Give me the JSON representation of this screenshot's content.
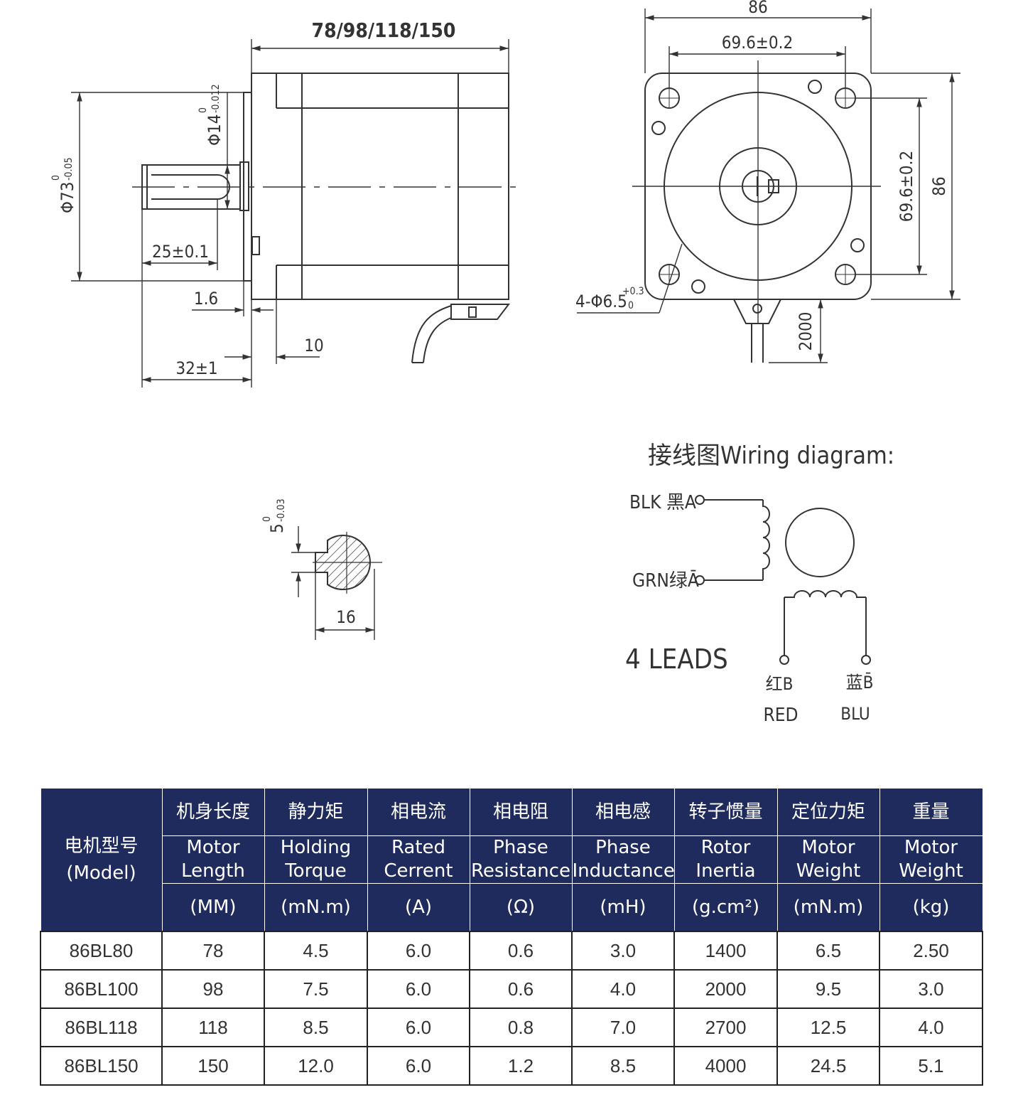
{
  "drawing": {
    "side_view": {
      "length_dim": "78/98/118/150",
      "flange_dia": "Φ73",
      "flange_dia_tol_upper": "0",
      "flange_dia_tol_lower": "-0.05",
      "shaft_dia": "Φ14",
      "shaft_dia_tol_upper": "0",
      "shaft_dia_tol_lower": "-0.012",
      "key_length": "25±0.1",
      "flange_thickness": "1.6",
      "boss_height": "10",
      "shaft_length": "32±1"
    },
    "front_view": {
      "width": "86",
      "hole_spacing_h": "69.6±0.2",
      "hole_spacing_v": "69.6±0.2",
      "height": "86",
      "hole_callout": "4-Φ6.5",
      "hole_tol_upper": "+0.3",
      "hole_tol_lower": "0",
      "lead_length": "2000"
    },
    "key_section": {
      "key_height": "5",
      "key_tol_upper": "0",
      "key_tol_lower": "-0.03",
      "shaft_flat": "16"
    },
    "wiring": {
      "title": "接线图Wiring diagram:",
      "lead_a": "BLK 黑A",
      "lead_a_bar": "GRN绿Ā",
      "leads_count": "4 LEADS",
      "lead_b_cn": "红B",
      "lead_b_en": "RED",
      "lead_b_bar_cn": "蓝B̄",
      "lead_b_bar_en": "BLU"
    }
  },
  "table": {
    "model_header_cn": "电机型号",
    "model_header_en": "(Model)",
    "headers": [
      {
        "cn": "机身长度",
        "en1": "Motor",
        "en2": "Length",
        "unit": "(MM)"
      },
      {
        "cn": "静力矩",
        "en1": "Holding",
        "en2": "Torque",
        "unit": "(mN.m)"
      },
      {
        "cn": "相电流",
        "en1": "Rated",
        "en2": "Cerrent",
        "unit": "(A)"
      },
      {
        "cn": "相电阻",
        "en1": "Phase",
        "en2": "Resistance",
        "unit": "(Ω)"
      },
      {
        "cn": "相电感",
        "en1": "Phase",
        "en2": "Inductance",
        "unit": "(mH)"
      },
      {
        "cn": "转子惯量",
        "en1": "Rotor",
        "en2": "Inertia",
        "unit": "(g.cm²)"
      },
      {
        "cn": "定位力矩",
        "en1": "Motor",
        "en2": "Weight",
        "unit": "(mN.m)"
      },
      {
        "cn": "重量",
        "en1": "Motor",
        "en2": "Weight",
        "unit": "(kg)"
      }
    ],
    "rows": [
      [
        "86BL80",
        "78",
        "4.5",
        "6.0",
        "0.6",
        "3.0",
        "1400",
        "6.5",
        "2.50"
      ],
      [
        "86BL100",
        "98",
        "7.5",
        "6.0",
        "0.6",
        "4.0",
        "2000",
        "9.5",
        "3.0"
      ],
      [
        "86BL118",
        "118",
        "8.5",
        "6.0",
        "0.8",
        "7.0",
        "2700",
        "12.5",
        "4.0"
      ],
      [
        "86BL150",
        "150",
        "12.0",
        "6.0",
        "1.2",
        "8.5",
        "4000",
        "24.5",
        "5.1"
      ]
    ],
    "header_color": "#1f2b5c"
  }
}
